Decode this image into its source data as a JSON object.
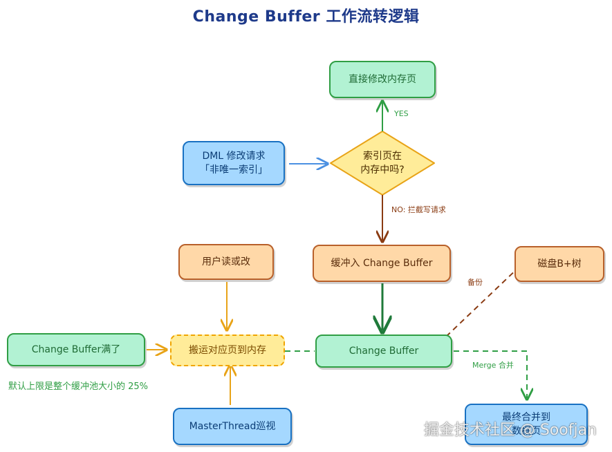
{
  "title": "Change Buffer 工作流转逻辑",
  "nodes": {
    "direct_modify": "直接修改内存页",
    "dml_line1": "DML 修改请求",
    "dml_line2": "「非唯一索引」",
    "decision_line1": "索引页在",
    "decision_line2": "内存中吗?",
    "buffer_into": "缓冲入 Change Buffer",
    "disk_btree": "磁盘B+树",
    "user_read": "用户读或改",
    "cb_full": "Change Buffer满了",
    "load_page": "搬运对应页到内存",
    "change_buffer": "Change Buffer",
    "master_thread": "MasterThread巡视",
    "final_merge_line1": "最终合并到",
    "final_merge_line2": "数据页"
  },
  "edge_labels": {
    "yes": "YES",
    "no": "NO: 拦截写请求",
    "backup": "备份",
    "merge": "Merge 合并"
  },
  "note": "默认上限是整个缓冲池大小的 25%",
  "watermark": "掘金技术社区 @ Soofjan",
  "colors": {
    "green_fill": "#b2f2d3",
    "green_stroke": "#2f9e44",
    "blue_fill": "#a5d8ff",
    "blue_stroke": "#1971c2",
    "orange_fill": "#ffd8a8",
    "orange_stroke": "#b8602a",
    "yellow_fill": "#ffec99",
    "yellow_stroke": "#f0a500",
    "title": "#1e3a8a"
  }
}
